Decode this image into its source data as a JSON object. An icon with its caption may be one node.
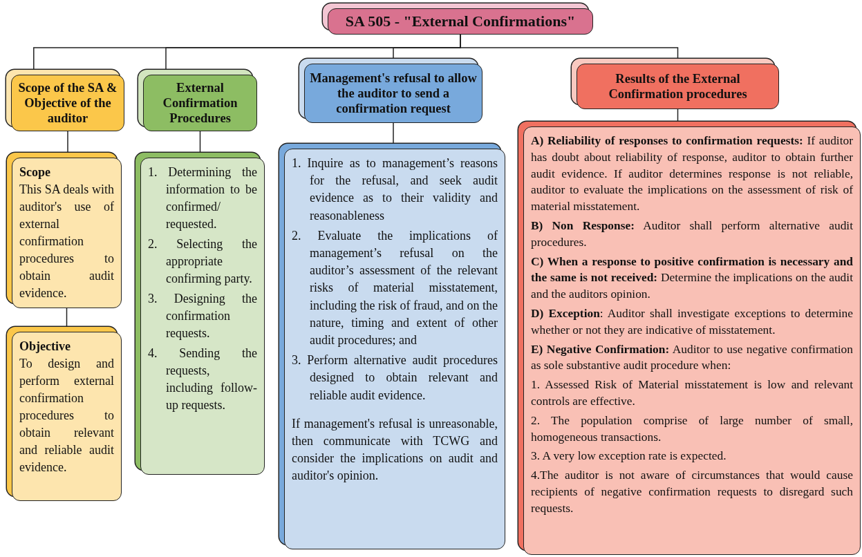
{
  "diagram": {
    "nodes": [
      {
        "text": [
          "SA 505 - \"External Confirmations\""
        ]
      },
      {
        "text": [
          "Scope of the SA & Objective of the auditor"
        ]
      },
      {
        "text": [
          "External Confirmation Procedures"
        ]
      },
      {
        "text": [
          "Management's refusal to allow the auditor to send a confirmation request"
        ]
      },
      {
        "text": [
          "Results of the External Confirmation procedures"
        ]
      },
      {
        "text": [
          "Scope",
          "This SA deals with auditor's use of external confirmation procedures to obtain audit evidence."
        ]
      },
      {
        "text": [
          "Objective",
          "To design and perform external confirmation procedures to obtain relevant and reliable audit evidence."
        ]
      },
      {
        "text": [
          "1. Determining the information to be confirmed/ requested.",
          "2. Selecting the appropriate confirming party.",
          "3. Designing the confirmation requests.",
          "4. Sending the requests, including follow-up requests."
        ]
      },
      {
        "text": [
          "1. Inquire as to management’s reasons for the refusal, and seek audit evidence as to their validity and reasonableness",
          "2. Evaluate the implications of management’s refusal on the auditor’s assessment of the relevant risks of material misstatement, including the risk of fraud, and on the nature, timing and extent of other audit procedures; and",
          "3. Perform alternative audit procedures designed to obtain relevant and reliable audit evidence.",
          "If management's refusal is unreasonable, then communicate with TCWG and consider the implications on audit and auditor's opinion."
        ]
      },
      {
        "text": [
          "**A) Reliability of responses to confirmation requests:** If auditor has doubt about reliability of response, auditor to obtain further audit evidence. If auditor determines response is not reliable, auditor to evaluate the implications on the assessment of risk of material misstatement.",
          "**B) Non Response:** Auditor shall perform alternative audit procedures.",
          "**C) When a response to positive confirmation is necessary and the same is not received:** Determine the implications on the audit and the auditors opinion.",
          "**D) Exception**: Auditor shall investigate exceptions to determine whether or not they are indicative of misstatement.",
          "**E) Negative Confirmation:** Auditor to use negative confirmation as sole substantive audit procedure when:",
          "1. Assessed Risk of Material misstatement is low and relevant controls are effective.",
          "2. The population comprise of large number of small, homogeneous transactions.",
          "3. A very low exception rate is expected.",
          "4.The auditor is not aware of circumstances that would cause recipients of negative confirmation requests to disregard such requests."
        ]
      }
    ],
    "edges": [
      {
        "from": 0,
        "to": 1,
        "arrow": "none"
      },
      {
        "from": 0,
        "to": 2,
        "arrow": "none"
      },
      {
        "from": 0,
        "to": 3,
        "arrow": "none"
      },
      {
        "from": 0,
        "to": 4,
        "arrow": "none"
      },
      {
        "from": 1,
        "to": 5,
        "arrow": "none"
      },
      {
        "from": 5,
        "to": 6,
        "arrow": "none"
      },
      {
        "from": 2,
        "to": 7,
        "arrow": "none"
      },
      {
        "from": 3,
        "to": 8,
        "arrow": "none"
      },
      {
        "from": 4,
        "to": 9,
        "arrow": "none"
      }
    ]
  }
}
